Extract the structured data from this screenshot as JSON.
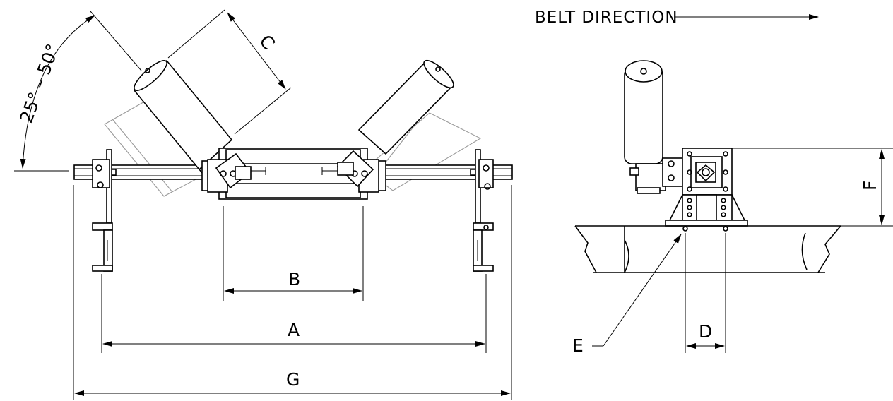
{
  "labels": {
    "angle": "25° – 50°",
    "c": "C",
    "b": "B",
    "a": "A",
    "g": "G",
    "belt_direction": "BELT DIRECTION",
    "f": "F",
    "d": "D",
    "e": "E"
  }
}
